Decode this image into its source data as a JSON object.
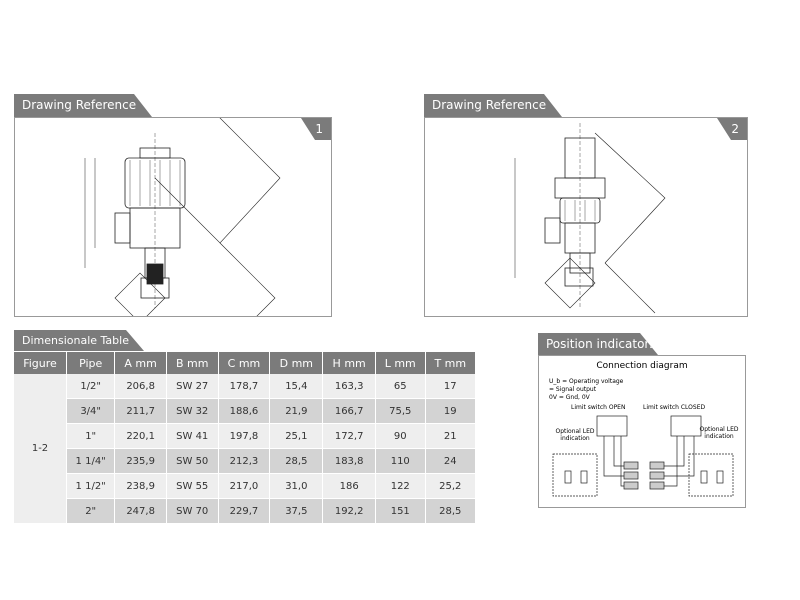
{
  "drawings": [
    {
      "title": "Drawing Reference",
      "number": "1"
    },
    {
      "title": "Drawing Reference",
      "number": "2"
    }
  ],
  "table": {
    "title": "Dimensionale Table",
    "headers": [
      "Figure",
      "Pipe",
      "A mm",
      "B mm",
      "C mm",
      "D mm",
      "H mm",
      "L mm",
      "T mm"
    ],
    "figure": "1-2",
    "rows": [
      [
        "1/2\"",
        "206,8",
        "SW 27",
        "178,7",
        "15,4",
        "163,3",
        "65",
        "17"
      ],
      [
        "3/4\"",
        "211,7",
        "SW 32",
        "188,6",
        "21,9",
        "166,7",
        "75,5",
        "19"
      ],
      [
        "1\"",
        "220,1",
        "SW 41",
        "197,8",
        "25,1",
        "172,7",
        "90",
        "21"
      ],
      [
        "1 1/4\"",
        "235,9",
        "SW 50",
        "212,3",
        "28,5",
        "183,8",
        "110",
        "24"
      ],
      [
        "1 1/2\"",
        "238,9",
        "SW 55",
        "217,0",
        "31,0",
        "186",
        "122",
        "25,2"
      ],
      [
        "2\"",
        "247,8",
        "SW 70",
        "229,7",
        "37,5",
        "192,2",
        "151",
        "28,5"
      ]
    ]
  },
  "position": {
    "title": "Position indicators",
    "diagram_title": "Connection diagram",
    "legend": [
      "U_b = Operating voltage",
      "= Signal output",
      "0V = Gnd, 0V"
    ],
    "open": "Limit switch OPEN",
    "closed": "Limit switch CLOSED",
    "led": "Optional LED indication"
  }
}
